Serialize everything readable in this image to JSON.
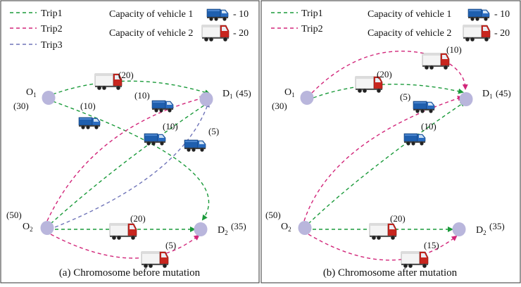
{
  "legend": {
    "trip1": "Trip1",
    "trip2": "Trip2",
    "trip3": "Trip3"
  },
  "capacity": {
    "vehicle1": "Capacity of vehicle 1",
    "vehicle1_value": "- 10",
    "vehicle2": "Capacity of vehicle 2",
    "vehicle2_value": "- 20"
  },
  "nodes": {
    "o1_base": "O",
    "o1_sub": "1",
    "o1_demand": "(30)",
    "o2_base": "O",
    "o2_sub": "2",
    "o2_demand": "(50)",
    "d1_base": "D",
    "d1_sub": "1",
    "d1_demand": "(45)",
    "d2_base": "D",
    "d2_sub": "2",
    "d2_demand": "(35)"
  },
  "panel_a": {
    "caption": "(a)  Chromosome before mutation",
    "loads": {
      "o1_d1": "(20)",
      "o1_d2": "(10)",
      "o2_d1_trip2": "(10)",
      "o2_d1_trip1": "(10)",
      "o2_d1_trip3": "(5)",
      "o2_d2_trip1": "(20)",
      "o2_d2_trip2": "(5)"
    }
  },
  "panel_b": {
    "caption": "(b)  Chromosome after mutation",
    "loads": {
      "o1_d1_trip2": "(10)",
      "o1_d1_trip1": "(20)",
      "o2_d1_trip2": "(5)",
      "o2_d1_trip1": "(10)",
      "o2_d2_trip1": "(20)",
      "o2_d2_trip2": "(15)"
    }
  },
  "colors": {
    "trip1": "#1a9a3a",
    "trip2": "#d2267a",
    "trip3": "#6f74b8",
    "node": "#b9b6dc",
    "blue_truck": "#1f5fae",
    "red_truck": "#c8261f"
  }
}
